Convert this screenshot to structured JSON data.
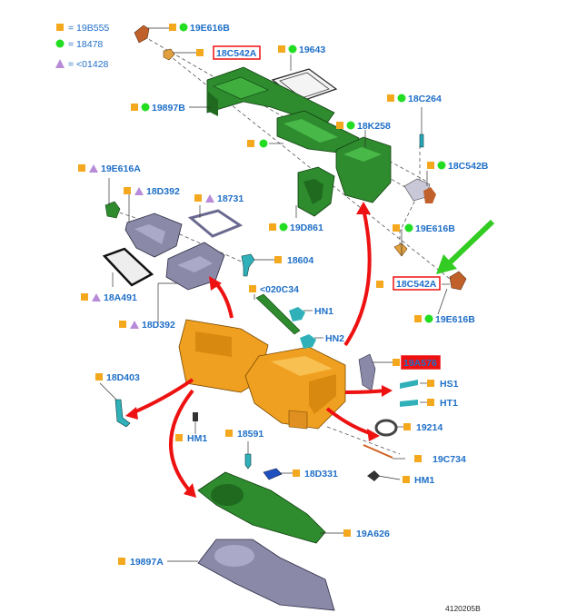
{
  "colors": {
    "label_blue": "#1f6fc7",
    "marker_square": "#f4a81d",
    "marker_circle": "#22dd22",
    "marker_triangle": "#b88bd8",
    "callout_highlight": "#ee1111",
    "arrow_red": "#ee1111",
    "arrow_green": "#33cc22",
    "part_green": "#2e8b2e",
    "part_orange": "#f0a020",
    "part_gray": "#8a8aa8",
    "part_teal": "#30b0b8"
  },
  "legend": {
    "square": "= 19B555",
    "circle": "= 18478",
    "triangle": "= <01428"
  },
  "callouts": {
    "c19E616B_top": "19E616B",
    "c18C542A_top": "18C542A",
    "c19643": "19643",
    "c19897B": "19897B",
    "c18C264": "18C264",
    "c18K258": "18K258",
    "c19E616A": "19E616A",
    "c18C542B": "18C542B",
    "c18D392_top": "18D392",
    "c18731": "18731",
    "c19D861": "19D861",
    "c19E616B_mid": "19E616B",
    "c18604": "18604",
    "c18C542A_mid": "18C542A",
    "c18A491": "18A491",
    "c020C34": "<020C34",
    "c19E616B_right": "19E616B",
    "cHN1": "HN1",
    "c18D392_bot": "18D392",
    "cHN2": "HN2",
    "c19A576": "19A576",
    "c18D403": "18D403",
    "cHS1": "HS1",
    "cHT1": "HT1",
    "c19214": "19214",
    "cHM1_left": "HM1",
    "c18591": "18591",
    "c19C734": "19C734",
    "c18D331": "18D331",
    "cHM1_right": "HM1",
    "c19A626": "19A626",
    "c19897A": "19897A"
  },
  "icons": {
    "square": "orange-square-icon",
    "circle": "green-circle-icon",
    "triangle": "purple-triangle-icon"
  },
  "footer": {
    "ref_code": "4120205B"
  }
}
